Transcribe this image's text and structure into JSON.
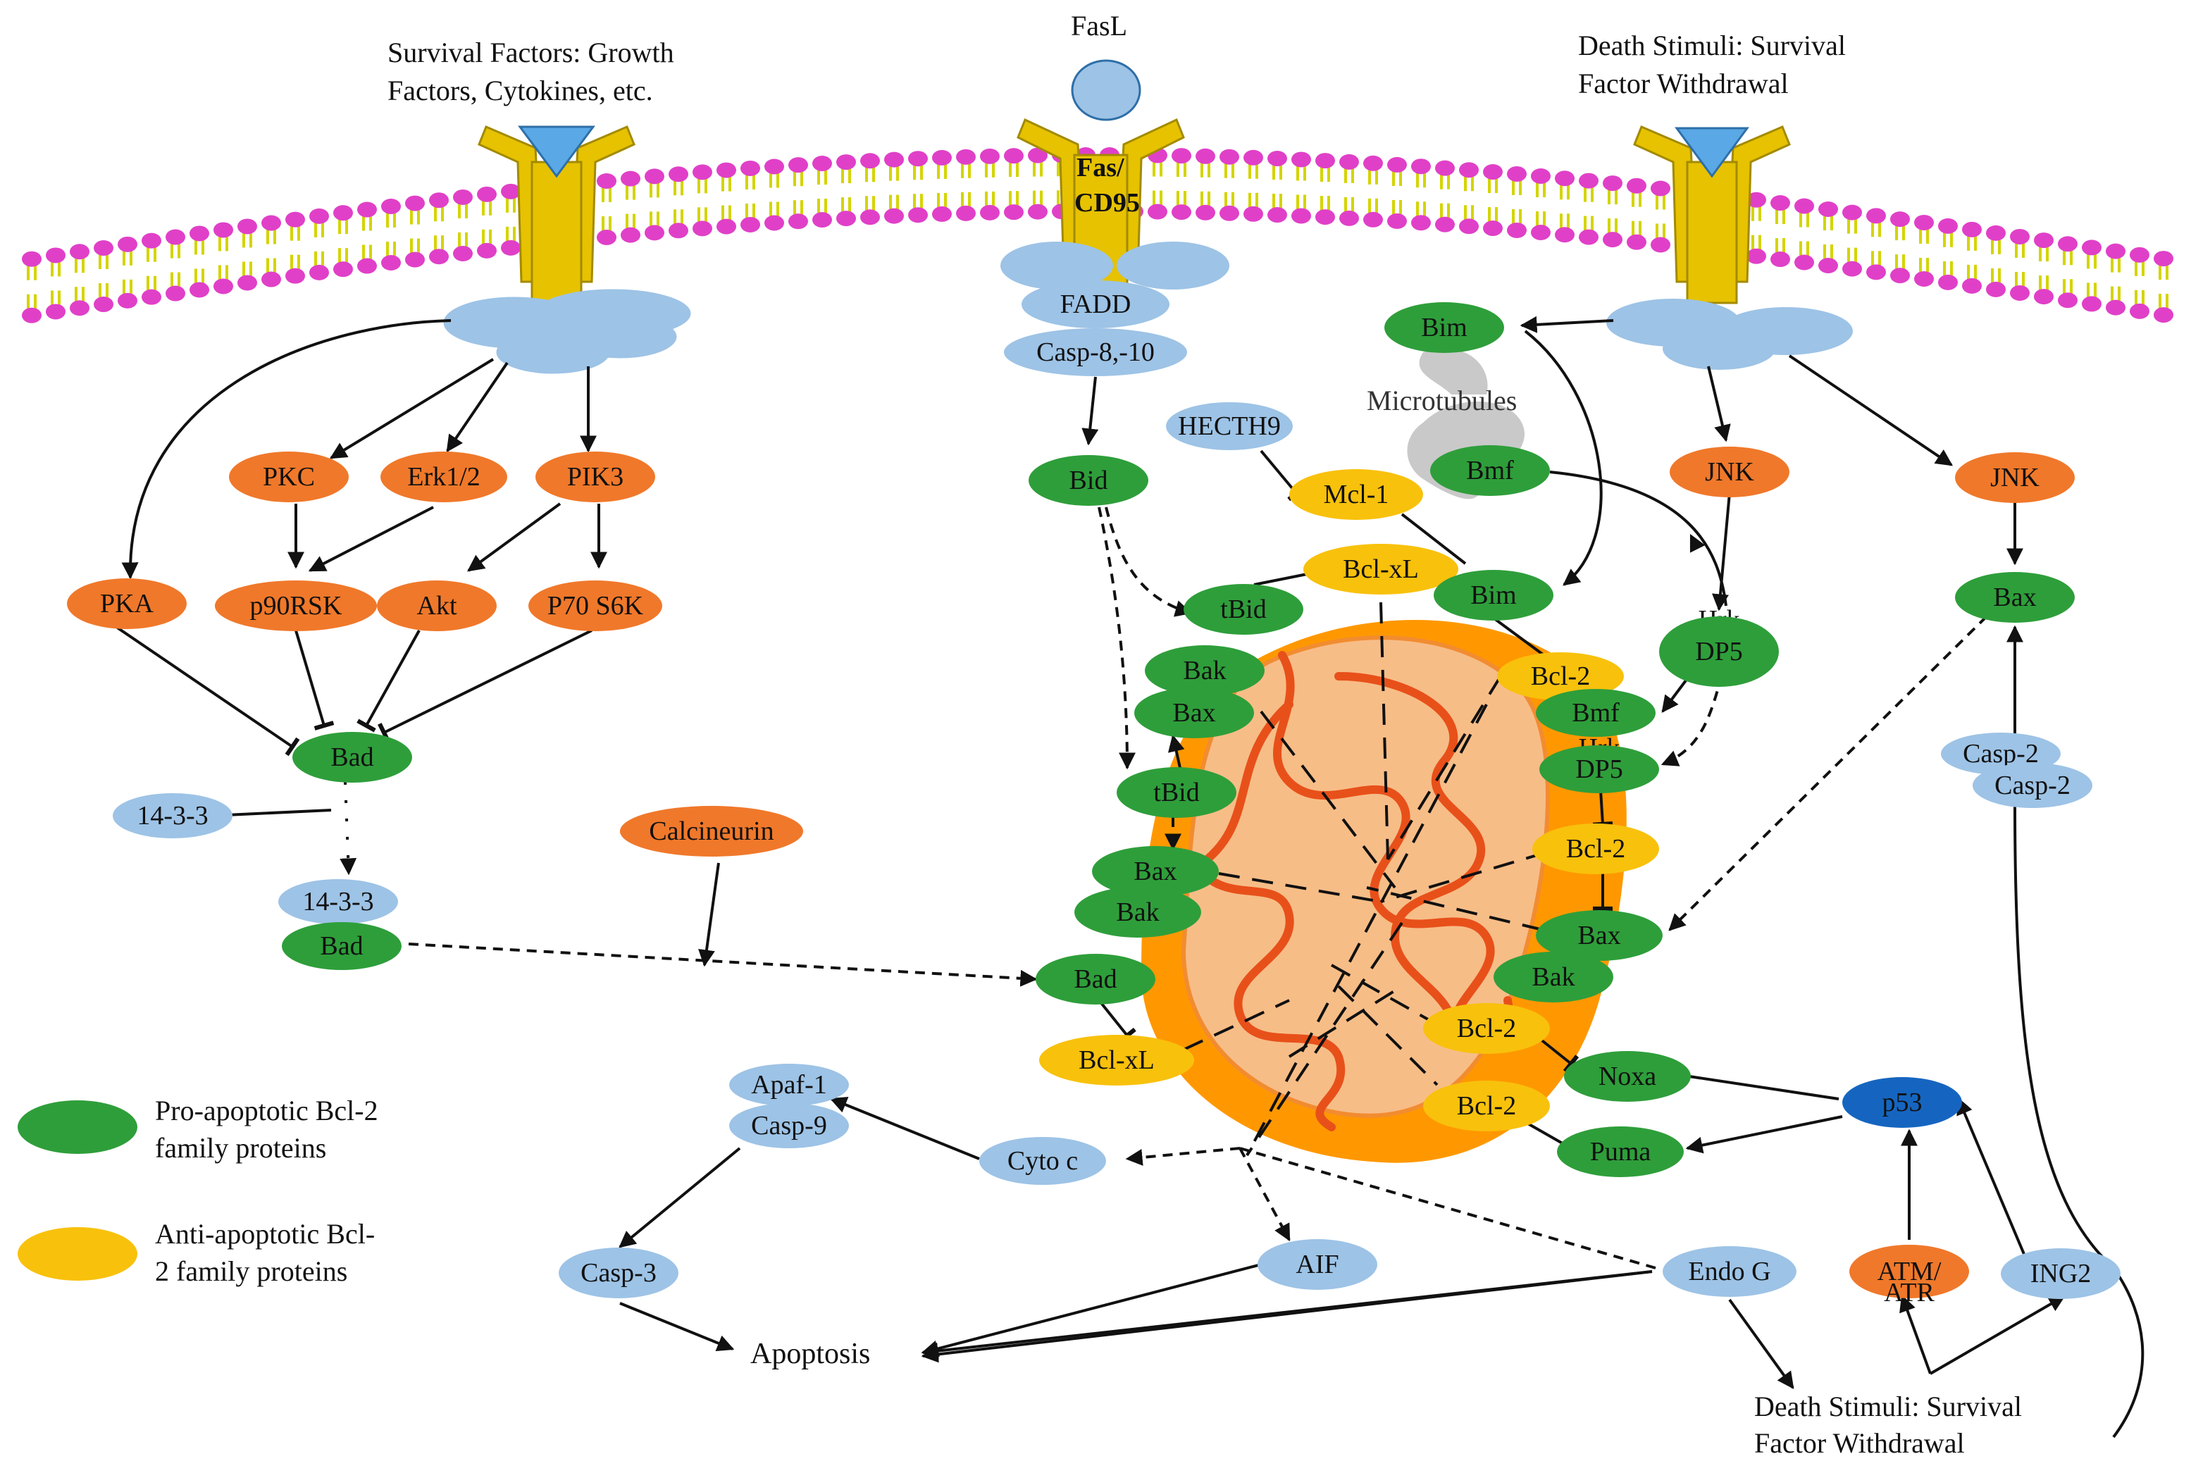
{
  "colors": {
    "pro": "#2e9e3a",
    "anti": "#f8c10c",
    "kinase": "#f0782a",
    "adaptor": "#9dc3e6",
    "p53": "#1565c0",
    "receptor": "#e6c200",
    "membrane_head": "#e040c8",
    "membrane_tail": "#d4d400",
    "mito_outer": "#ff9800",
    "mito_inner": "#f7bd87",
    "cristae": "#e8501a"
  },
  "labels": {
    "survival_factors": [
      "Survival Factors: Growth",
      "Factors, Cytokines, etc."
    ],
    "fasl": "FasL",
    "fas": [
      "Fas/",
      "CD95"
    ],
    "death_stimuli_top": [
      "Death Stimuli: Survival",
      "Factor Withdrawal"
    ],
    "death_stimuli_bottom": [
      "Death Stimuli: Survival",
      "Factor Withdrawal"
    ],
    "microtubules": "Microtubules",
    "apoptosis": "Apoptosis"
  },
  "legend": {
    "pro": [
      "Pro-apoptotic Bcl-2",
      "family proteins"
    ],
    "anti": [
      "Anti-apoptotic Bcl-",
      "2 family proteins"
    ]
  },
  "nodes": {
    "fadd": "FADD",
    "casp810": "Casp-8,-10",
    "pkc": "PKC",
    "erk": "Erk1/2",
    "pik3": "PIK3",
    "pka": "PKA",
    "p90rsk": "p90RSK",
    "akt": "Akt",
    "p70s6k": "P70 S6K",
    "bad1": "Bad",
    "n1433a": "14-3-3",
    "n1433b": "14-3-3",
    "bad2": "Bad",
    "calcineurin": "Calcineurin",
    "bid": "Bid",
    "hecth9": "HECTH9",
    "mcl1": "Mcl-1",
    "bim1": "Bim",
    "bmf1": "Bmf",
    "bclxl1": "Bcl-xL",
    "tbid1": "tBid",
    "bim2": "Bim",
    "jnk1": "JNK",
    "jnk2": "JNK",
    "hrk1": "Hrk",
    "dp51": "DP5",
    "bax_r": "Bax",
    "bak1": "Bak",
    "bax1": "Bax",
    "bcl2a": "Bcl-2",
    "bmf2": "Bmf",
    "hrk2": "Hrk",
    "dp52": "DP5",
    "tbid2": "tBid",
    "casp2a": "Casp-2",
    "casp2b": "Casp-2",
    "bax2": "Bax",
    "bak2": "Bak",
    "bcl2b": "Bcl-2",
    "bax3": "Bax",
    "bak3": "Bak",
    "bad3": "Bad",
    "bcl2c": "Bcl-2",
    "bclxl2": "Bcl-xL",
    "noxa": "Noxa",
    "bcl2d": "Bcl-2",
    "puma": "Puma",
    "p53": "p53",
    "apaf1": "Apaf-1",
    "casp9": "Casp-9",
    "cytoc": "Cyto c",
    "casp3": "Casp-3",
    "aif": "AIF",
    "endog": "Endo G",
    "atm": "ATM/",
    "atr": "ATR",
    "ing2": "ING2"
  }
}
